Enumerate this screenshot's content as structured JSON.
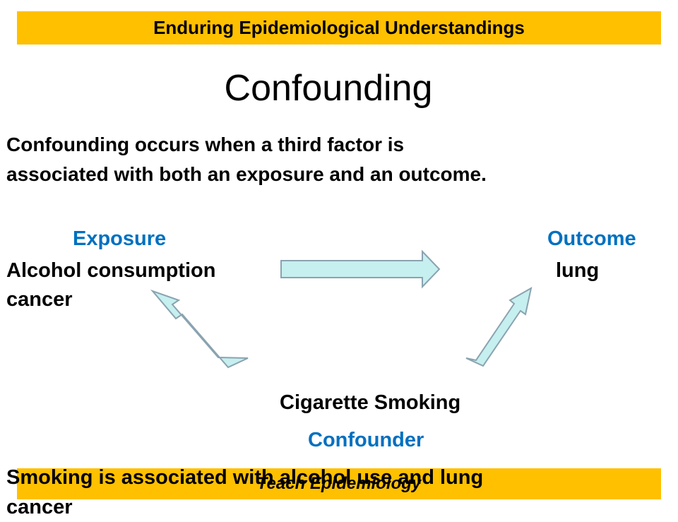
{
  "header": {
    "title": "Enduring Epidemiological Understandings"
  },
  "slide": {
    "title": "Confounding",
    "definition_line1": "Confounding occurs when a third factor is",
    "definition_line2": "associated with both an exposure and an outcome."
  },
  "diagram": {
    "exposure_label": "Exposure",
    "outcome_label": "Outcome",
    "exposure_value": "Alcohol consumption",
    "outcome_value_part1": "lung",
    "outcome_value_part2": "cancer",
    "confounder_value": "Cigarette Smoking",
    "confounder_label": "Confounder",
    "colors": {
      "label": "#0070c0",
      "arrow_fill": "#c6efef",
      "arrow_stroke": "#8aa3b0",
      "banner": "#ffc000"
    }
  },
  "footer": {
    "label": "Teach Epidemiology"
  },
  "summary": {
    "line1": "Smoking is associated with alcohol use and lung",
    "line2": "cancer"
  }
}
